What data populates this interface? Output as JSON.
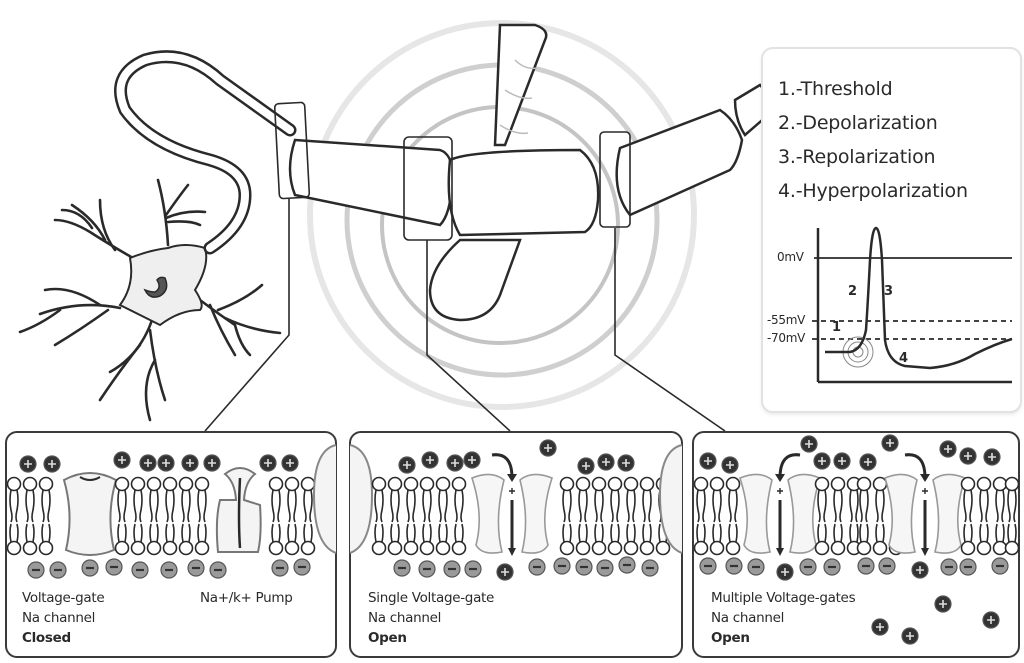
{
  "legend": {
    "items": [
      "1.-Threshold",
      "2.-Depolarization",
      "3.-Repolarization",
      "4.-Hyperpolarization"
    ]
  },
  "action_potential": {
    "y_labels": [
      "0mV",
      "-55mV",
      "-70mV"
    ],
    "phase_labels": [
      "1",
      "2",
      "3",
      "4"
    ]
  },
  "panels": [
    {
      "lines": [
        "Voltage-gate",
        "Na channel"
      ],
      "state": "Closed",
      "extra_label": "Na+/k+ Pump"
    },
    {
      "lines": [
        "Single Voltage-gate",
        "Na channel"
      ],
      "state": "Open"
    },
    {
      "lines": [
        "Multiple Voltage-gates",
        "Na channel"
      ],
      "state": "Open"
    }
  ],
  "ions": {
    "positive_symbol": "+",
    "negative_symbol": "−"
  },
  "colors": {
    "ink": "#2a2a2a",
    "ion_positive": "#333333",
    "ion_negative": "#9a9a9a",
    "ripple": "#c8c8c8"
  }
}
